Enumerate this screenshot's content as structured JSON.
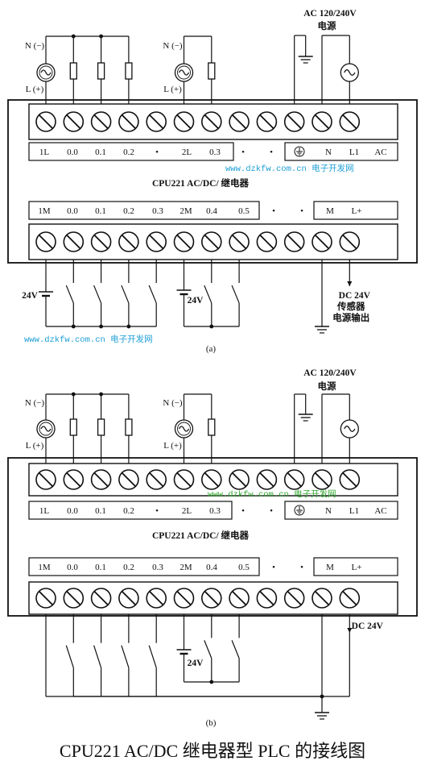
{
  "caption": "CPU221 AC/DC 继电器型 PLC 的接线图",
  "watermark_a": "www.dzkfw.com.cn 电子开发网",
  "watermark_b": "www.dzkfw.com.cn 电子开发网",
  "diagrams": [
    {
      "id": "a",
      "sublabel": "(a)",
      "model": "CPU221 AC/DC/ 继电器",
      "power_title_1": "AC 120/240V",
      "power_title_2": "电源",
      "n_label": "N (−)",
      "l_label": "L (+)",
      "top_row": [
        "1L",
        "0.0",
        "0.1",
        "0.2",
        "•",
        "2L",
        "0.3",
        "•",
        "•",
        "⏚",
        "N",
        "L1",
        "AC"
      ],
      "bottom_row": [
        "1M",
        "0.0",
        "0.1",
        "0.2",
        "0.3",
        "2M",
        "0.4",
        "0.5",
        "•",
        "•",
        "M",
        "L+"
      ],
      "supply_24v_1": "24V",
      "supply_24v_2": "24V",
      "dc_out_1": "DC 24V",
      "dc_out_2": "传感器",
      "dc_out_3": "电源输出"
    },
    {
      "id": "b",
      "sublabel": "(b)",
      "model": "CPU221 AC/DC/ 继电器",
      "power_title_1": "AC 120/240V",
      "power_title_2": "电源",
      "n_label": "N (−)",
      "l_label": "L (+)",
      "top_row": [
        "1L",
        "0.0",
        "0.1",
        "0.2",
        "•",
        "2L",
        "0.3",
        "•",
        "•",
        "⏚",
        "N",
        "L1",
        "AC"
      ],
      "bottom_row": [
        "1M",
        "0.0",
        "0.1",
        "0.2",
        "0.3",
        "2M",
        "0.4",
        "0.5",
        "•",
        "•",
        "M",
        "L+"
      ],
      "supply_24v_1": "24V",
      "dc_out_1": "DC 24V"
    }
  ]
}
